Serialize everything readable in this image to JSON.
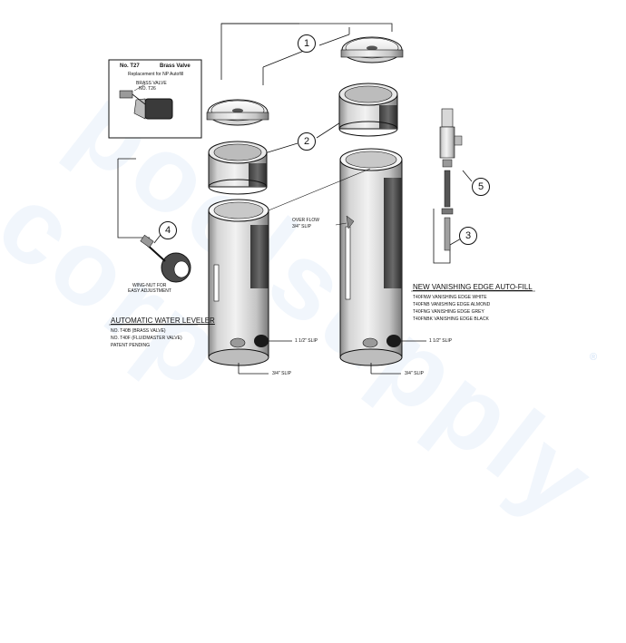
{
  "watermark": {
    "text": "poolsupply corp",
    "registered_mark": "®"
  },
  "inset": {
    "part_no": "No. T27",
    "part_name": "Brass Valve",
    "subtitle": "Replacement for NP Autofill",
    "valve_label_line1": "BRASS VALVE",
    "valve_label_line2": "NO. T26"
  },
  "callouts": [
    "1",
    "2",
    "3",
    "4",
    "5"
  ],
  "labels": {
    "wing_nut_line1": "WING-NUT FOR",
    "wing_nut_line2": "EASY ADJUSTMENT",
    "overflow_line1": "OVER FLOW",
    "overflow_line2": "3/4\" SLIP",
    "slip_left": "1 1/2\" SLIP",
    "slip_right": "1 1/2\" SLIP",
    "bottom_slip_left": "3/4\" SLIP",
    "bottom_slip_right": "3/4\" SLIP"
  },
  "leveler": {
    "title": "AUTOMATIC WATER LEVELER",
    "items": [
      "NO. T40B (BRASS VALVE)",
      "NO. T40F (FLUIDMASTER VALVE)",
      "PATENT PENDING"
    ]
  },
  "autofill": {
    "title": "NEW VANISHING EDGE AUTO-FILL",
    "items": [
      "T40FNW   VANISHING EDGE WHITE",
      "T40FNB   VANISHING EDGE ALMOND",
      "T40FNG   VANISHING EDGE GREY",
      "T40FNBK  VANISHING EDGE BLACK"
    ]
  }
}
